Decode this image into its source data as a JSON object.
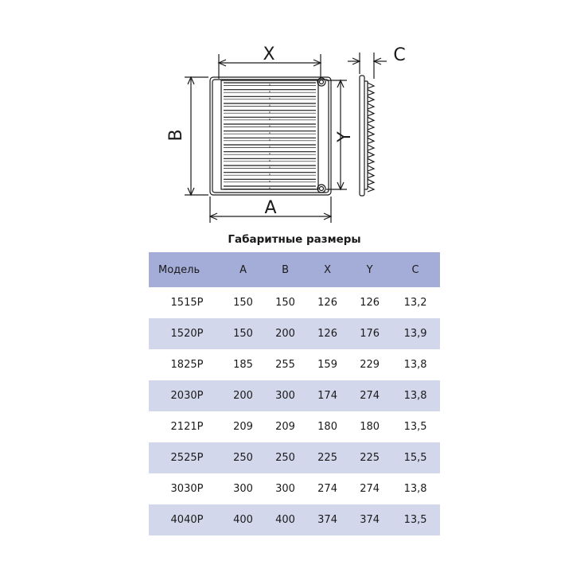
{
  "drawing": {
    "labels": {
      "x": "X",
      "y": "Y",
      "a": "A",
      "b": "B",
      "c": "C"
    },
    "colors": {
      "line": "#1a1a1a",
      "header_bg": "#a4acd8",
      "stripe_bg": "#d3d7ec"
    }
  },
  "table": {
    "title": "Габаритные размеры",
    "headers": [
      "Модель",
      "A",
      "B",
      "X",
      "Y",
      "C"
    ],
    "rows": [
      [
        "1515P",
        "150",
        "150",
        "126",
        "126",
        "13,2"
      ],
      [
        "1520P",
        "150",
        "200",
        "126",
        "176",
        "13,9"
      ],
      [
        "1825P",
        "185",
        "255",
        "159",
        "229",
        "13,8"
      ],
      [
        "2030P",
        "200",
        "300",
        "174",
        "274",
        "13,8"
      ],
      [
        "2121P",
        "209",
        "209",
        "180",
        "180",
        "13,5"
      ],
      [
        "2525P",
        "250",
        "250",
        "225",
        "225",
        "15,5"
      ],
      [
        "3030P",
        "300",
        "300",
        "274",
        "274",
        "13,8"
      ],
      [
        "4040P",
        "400",
        "400",
        "374",
        "374",
        "13,5"
      ]
    ]
  }
}
